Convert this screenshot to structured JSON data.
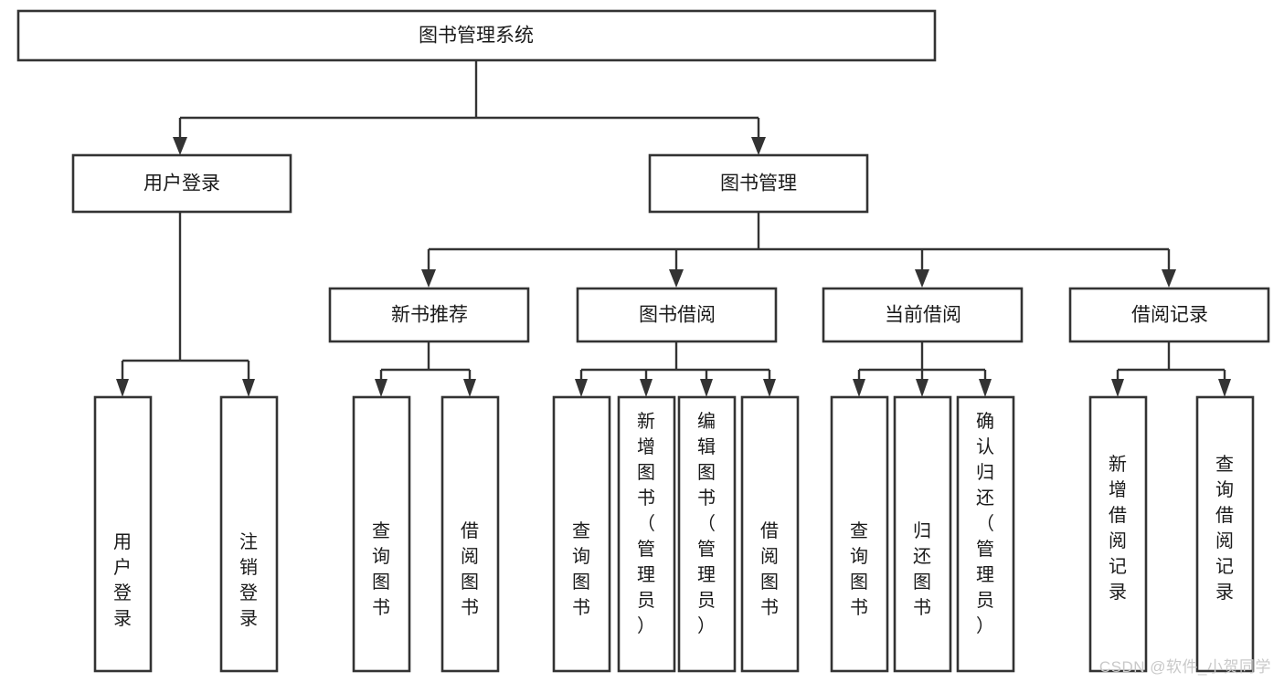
{
  "diagram": {
    "type": "tree-hierarchy",
    "title": "图书管理系统",
    "watermark": "CSDN @软件_小贺同学",
    "colors": {
      "box_stroke": "#333333",
      "box_fill": "#ffffff",
      "text": "#1a1a1a",
      "edge": "#333333",
      "watermark": "#c9c9c9",
      "background": "#ffffff"
    },
    "nodes": {
      "root": {
        "label": "图书管理系统"
      },
      "level2": [
        {
          "id": "user-login",
          "label": "用户登录"
        },
        {
          "id": "book-manage",
          "label": "图书管理"
        }
      ],
      "level3": [
        {
          "id": "new-book-recommend",
          "label": "新书推荐"
        },
        {
          "id": "book-borrow",
          "label": "图书借阅"
        },
        {
          "id": "current-borrow",
          "label": "当前借阅"
        },
        {
          "id": "borrow-record",
          "label": "借阅记录"
        }
      ],
      "leaves": {
        "user_login": [
          {
            "id": "leaf-user-login",
            "label": "用户登录"
          },
          {
            "id": "leaf-logout-login",
            "label": "注销登录"
          }
        ],
        "new_book_recommend": [
          {
            "id": "leaf-query-book-1",
            "label": "查询图书"
          },
          {
            "id": "leaf-borrow-book-1",
            "label": "借阅图书"
          }
        ],
        "book_borrow": [
          {
            "id": "leaf-query-book-2",
            "label": "查询图书"
          },
          {
            "id": "leaf-add-book",
            "label": "新增图书（管理员）"
          },
          {
            "id": "leaf-edit-book",
            "label": "编辑图书（管理员）"
          },
          {
            "id": "leaf-borrow-book-2",
            "label": "借阅图书"
          }
        ],
        "current_borrow": [
          {
            "id": "leaf-query-book-3",
            "label": "查询图书"
          },
          {
            "id": "leaf-return-book",
            "label": "归还图书"
          },
          {
            "id": "leaf-confirm-return",
            "label": "确认归还（管理员）"
          }
        ],
        "borrow_record": [
          {
            "id": "leaf-add-record",
            "label": "新增借阅记录"
          },
          {
            "id": "leaf-query-record",
            "label": "查询借阅记录"
          }
        ]
      }
    }
  }
}
